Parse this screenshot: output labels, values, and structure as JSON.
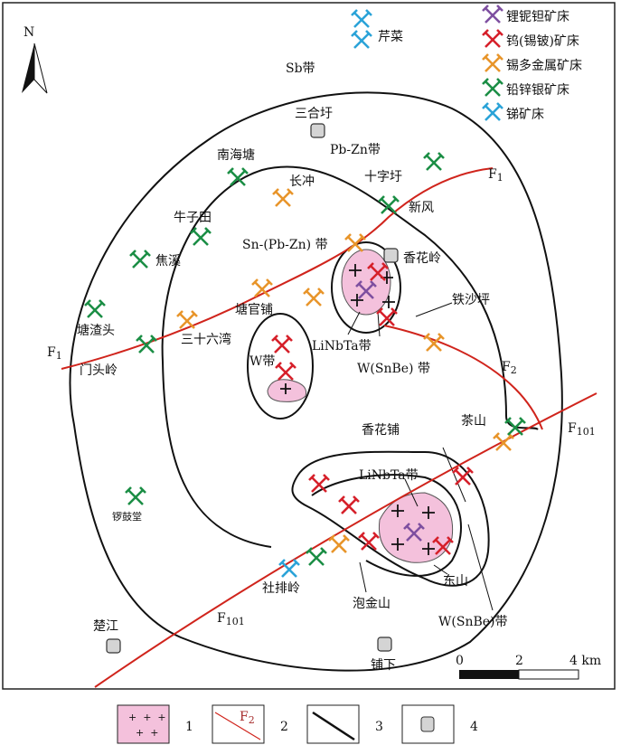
{
  "north": "N",
  "legend_top": {
    "items": [
      {
        "label": "锂铌钽矿床",
        "color": "#7e4fa0"
      },
      {
        "label": "钨(锡铍)矿床",
        "color": "#d6202a"
      },
      {
        "label": "锡多金属矿床",
        "color": "#e8952a"
      },
      {
        "label": "铅锌银矿床",
        "color": "#1b8e45"
      },
      {
        "label": "锑矿床",
        "color": "#2aa3d8"
      }
    ]
  },
  "labels": {
    "qiancai": "芹菜",
    "sb": "Sb带",
    "sanhexu": "三合圩",
    "pbzn": "Pb-Zn带",
    "nanhaitang": "南海塘",
    "shizixu": "十字圩",
    "changchong": "长冲",
    "xinfeng": "新风",
    "niuzitian": "牛子田",
    "jiaoxi": "焦溪",
    "snpbzn": "Sn-(Pb-Zn) 带",
    "xianghualing": "香花岭",
    "tangguanpu": "塘官铺",
    "tiešaping": "铁沙坪",
    "tangzhatou": "塘渣头",
    "sanshiliuwan": "三十六湾",
    "lingbta1": "LiNbTa带",
    "wsnbe1": "W(SnBe) 带",
    "mentouling": "门头岭",
    "wband": "W带",
    "xianghuapu": "香花铺",
    "chashan": "茶山",
    "lingbta2": "LiNbTa带",
    "luogutang": "锣鼓堂",
    "shepailing": "社排岭",
    "dongshan": "东山",
    "paojinshan": "泡金山",
    "wsnbe2": "W(SnBe)带",
    "chujiang": "楚江",
    "puxia": "铺下",
    "f1a": "F",
    "f1a_sub": "1",
    "f1b": "F",
    "f1b_sub": "1",
    "f2": "F",
    "f2_sub": "2",
    "f101a": "F",
    "f101a_sub": "101",
    "f101b": "F",
    "f101b_sub": "101"
  },
  "scale": {
    "ticks": [
      "0",
      "2",
      "4 km"
    ]
  },
  "legend_bottom": {
    "items": [
      {
        "num": "1",
        "symbol": "granite"
      },
      {
        "num": "2",
        "symbol": "fault",
        "text": "F",
        "sub": "2"
      },
      {
        "num": "3",
        "symbol": "boundary"
      },
      {
        "num": "4",
        "symbol": "town"
      }
    ]
  },
  "colors": {
    "fault": "#d0241c",
    "granite": "#f4c1dc",
    "town": "#d4d4d4"
  }
}
